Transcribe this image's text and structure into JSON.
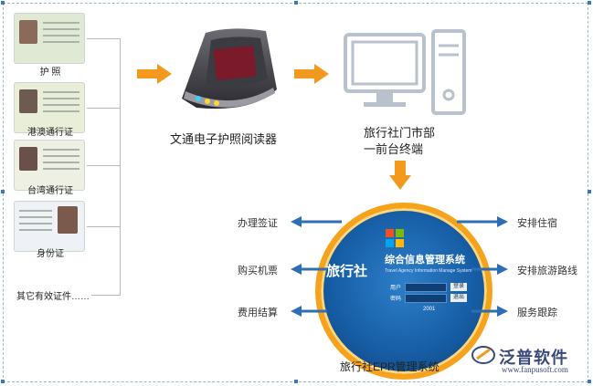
{
  "documents": [
    {
      "label": "护 照",
      "color": "#dfe9d4"
    },
    {
      "label": "港澳通行证",
      "color": "#e8eed8"
    },
    {
      "label": "台湾通行证",
      "color": "#eef0e3"
    },
    {
      "label": "身份证",
      "color": "#eef2f7"
    }
  ],
  "other_docs": "其它有效证件……",
  "reader_label": "文通电子护照阅读器",
  "terminal_label_1": "旅行社门市部",
  "terminal_label_2": "一前台终端",
  "system_label": "旅行社EPR管理系统",
  "left_functions": [
    "办理签证",
    "购买机票",
    "费用结算"
  ],
  "right_functions": [
    "安排住宿",
    "安排旅游路线",
    "服务跟踪"
  ],
  "app_window": {
    "brand": "旅行社",
    "title": "综合信息管理系统",
    "subtitle": "Travel Agency Information Manage System",
    "field1": "用户",
    "field2": "密码",
    "btn1": "登录",
    "btn2": "退出",
    "year": "2001"
  },
  "logo": {
    "name": "泛普软件",
    "url": "www.fanpusoft.com"
  },
  "colors": {
    "orange": "#f39a1e",
    "blue": "#2e6eb5"
  }
}
